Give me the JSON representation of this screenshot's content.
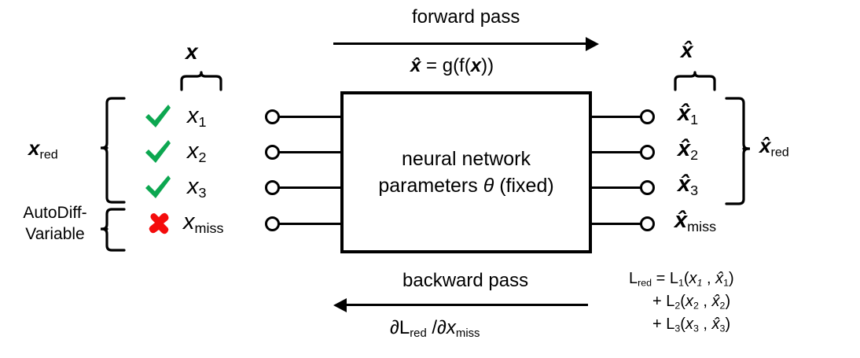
{
  "diagram": {
    "title_inputs": "x",
    "title_outputs": "x̂",
    "network_box": {
      "line1": "neural network",
      "line2_pre": "parameters ",
      "line2_theta": "θ",
      "line2_post": " (fixed)"
    },
    "forward": {
      "label": "forward pass",
      "equation_lhs": "x̂",
      "equation_rhs": "= g(f(x))",
      "direction": "right"
    },
    "backward": {
      "label": "backward pass",
      "equation": "∂Lₐ /∂xₘ",
      "equation_parts": {
        "d1": "∂L",
        "sub1": "red",
        "mid": " /∂",
        "var": "x",
        "sub2": "miss"
      },
      "direction": "left"
    },
    "left_group_labels": {
      "reduced": {
        "base": "x",
        "sub": "red"
      },
      "autodiff_line1": "AutoDiff-",
      "autodiff_line2": "Variable"
    },
    "right_group_labels": {
      "reduced": {
        "base": "x̂",
        "sub": "red"
      }
    },
    "inputs": [
      {
        "base": "x",
        "sub": "1",
        "status": "check",
        "status_icon": "check-icon"
      },
      {
        "base": "x",
        "sub": "2",
        "status": "check",
        "status_icon": "check-icon"
      },
      {
        "base": "x",
        "sub": "3",
        "status": "check",
        "status_icon": "check-icon"
      },
      {
        "base": "x",
        "sub": "miss",
        "status": "cross",
        "status_icon": "cross-icon"
      }
    ],
    "outputs": [
      {
        "base": "x̂",
        "sub": "1"
      },
      {
        "base": "x̂",
        "sub": "2"
      },
      {
        "base": "x̂",
        "sub": "3"
      },
      {
        "base": "x̂",
        "sub": "miss"
      }
    ],
    "loss": {
      "lines": [
        {
          "head": "L",
          "head_sub": "red",
          "eq": " = L",
          "eq_sub": "1",
          "open": "(",
          "a": "x",
          "a_sub": "1",
          "comma": " , ",
          "b": "x̂",
          "b_sub": "1",
          "close": ")"
        },
        {
          "head": "+",
          "head_sub": "",
          "eq": " L",
          "eq_sub": "2",
          "open": "(",
          "a": "x",
          "a_sub": "2",
          "comma": " , ",
          "b": "x̂",
          "b_sub": "2",
          "close": ")"
        },
        {
          "head": "+",
          "head_sub": "",
          "eq": " L",
          "eq_sub": "3",
          "open": "(",
          "a": "x",
          "a_sub": "3",
          "comma": " , ",
          "b": "x̂",
          "b_sub": "3",
          "close": ")"
        }
      ]
    },
    "colors": {
      "check_green": "#0CA750",
      "cross_red": "#F40C0C",
      "stroke_black": "#000000",
      "background": "#FFFFFF"
    }
  }
}
